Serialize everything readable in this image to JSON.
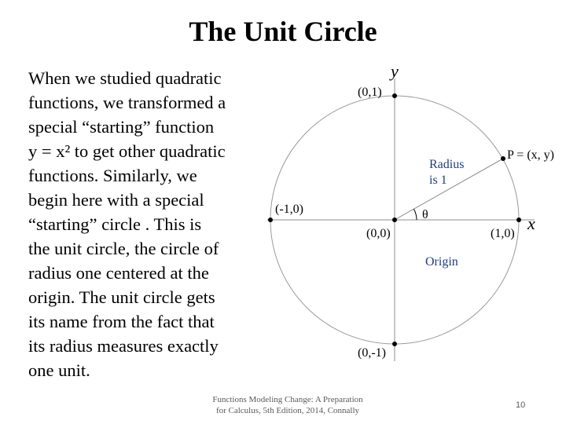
{
  "title": "The Unit Circle",
  "body_lines": [
    "When we studied quadratic",
    "functions, we transformed a",
    "special “starting” function",
    "y = x² to get other quadratic",
    "functions. Similarly, we",
    "begin here with a special",
    "“starting” circle . This is",
    "the unit circle, the circle of",
    "radius one centered at the",
    "origin. The unit circle gets",
    "its name from the fact that",
    "its radius measures exactly",
    "one unit."
  ],
  "diagram": {
    "axis_y_label": "y",
    "axis_x_label": "x",
    "point_top": "(0,1)",
    "point_left": "(-1,0)",
    "point_right": "(1,0)",
    "point_bottom": "(0,-1)",
    "point_origin": "(0,0)",
    "point_p": "P = (x, y)",
    "radius_line1": "Radius",
    "radius_line2": "is 1",
    "theta": "θ",
    "origin_label": "Origin"
  },
  "footer": {
    "line1": "Functions Modeling Change: A Preparation",
    "line2": "for Calculus, 5th Edition, 2014, Connally"
  },
  "page_number": "10"
}
